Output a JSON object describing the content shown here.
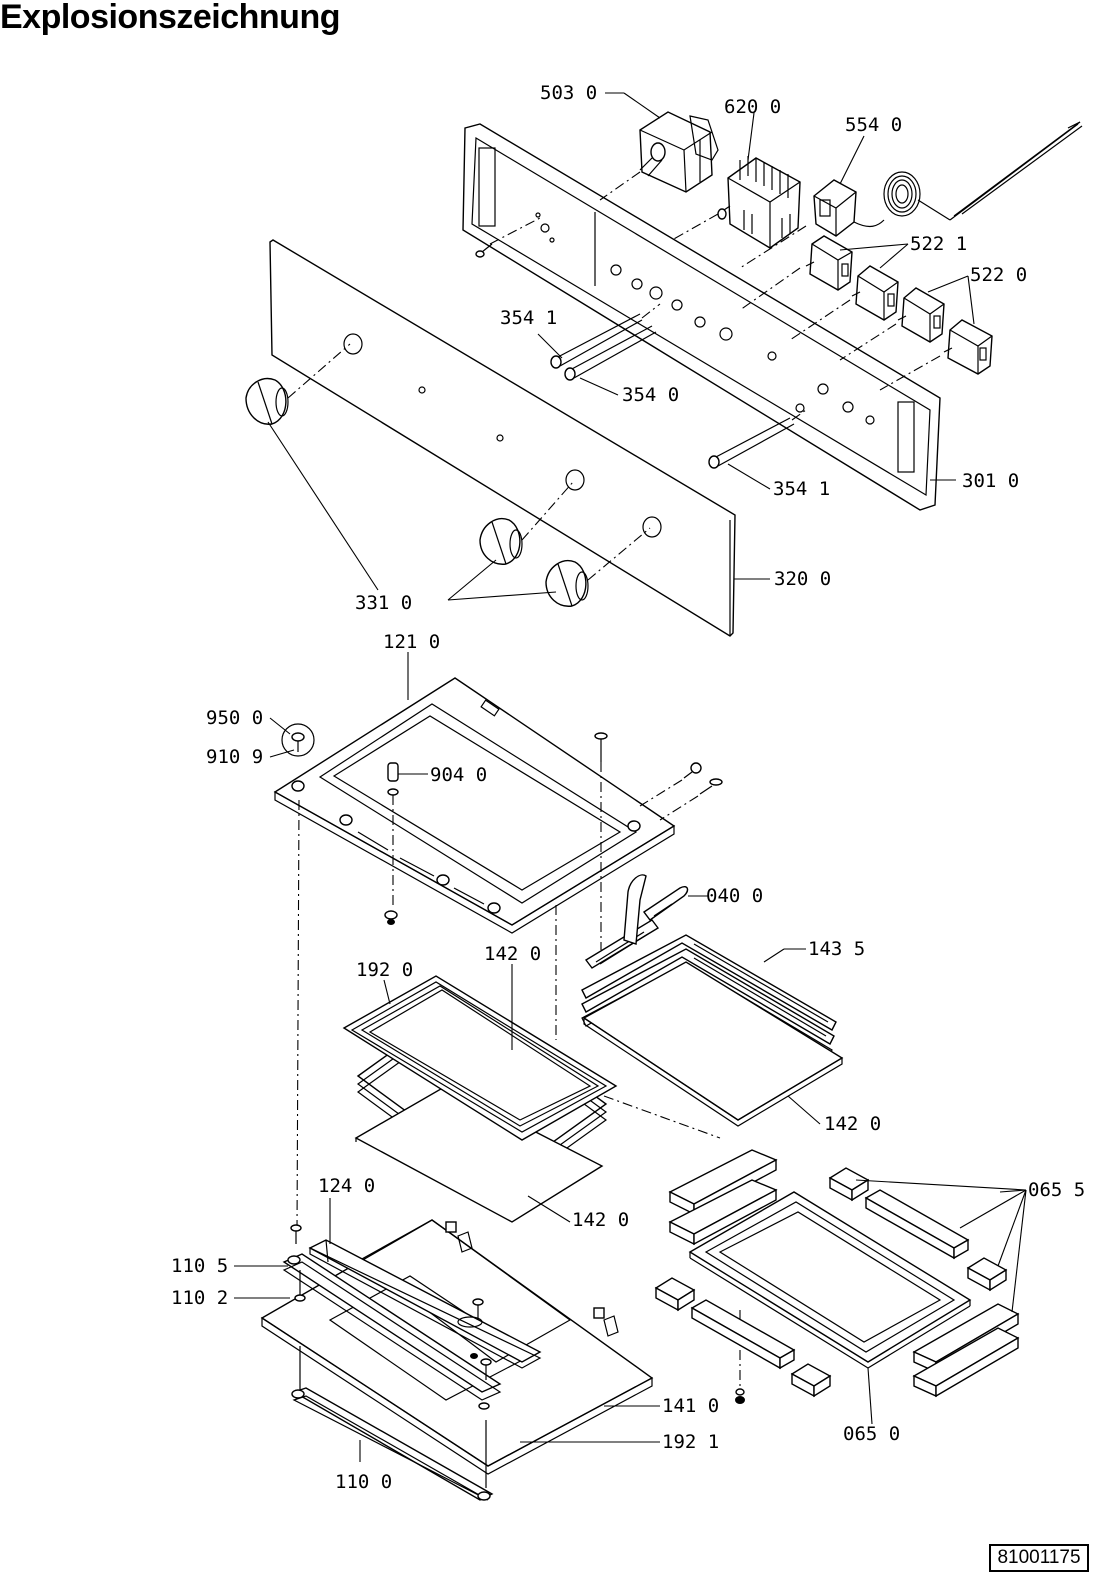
{
  "title": "Explosionszeichnung",
  "doc_number": "81001175",
  "labels": {
    "p503_0": "503 0",
    "p620_0": "620 0",
    "p554_0": "554 0",
    "p522_1": "522 1",
    "p522_0": "522 0",
    "p354_1_top": "354 1",
    "p354_0": "354 0",
    "p354_1_bottom": "354 1",
    "p301_0": "301 0",
    "p331_0": "331 0",
    "p320_0": "320 0",
    "p121_0": "121 0",
    "p950_0": "950 0",
    "p910_9": "910 9",
    "p904_0": "904 0",
    "p040_0": "040 0",
    "p143_5": "143 5",
    "p192_0": "192 0",
    "p142_0_top": "142 0",
    "p142_0_right": "142 0",
    "p142_0_bottom": "142 0",
    "p124_0": "124 0",
    "p065_5": "065 5",
    "p110_5": "110 5",
    "p110_2": "110 2",
    "p141_0": "141 0",
    "p192_1": "192 1",
    "p065_0": "065 0",
    "p110_0": "110 0"
  }
}
